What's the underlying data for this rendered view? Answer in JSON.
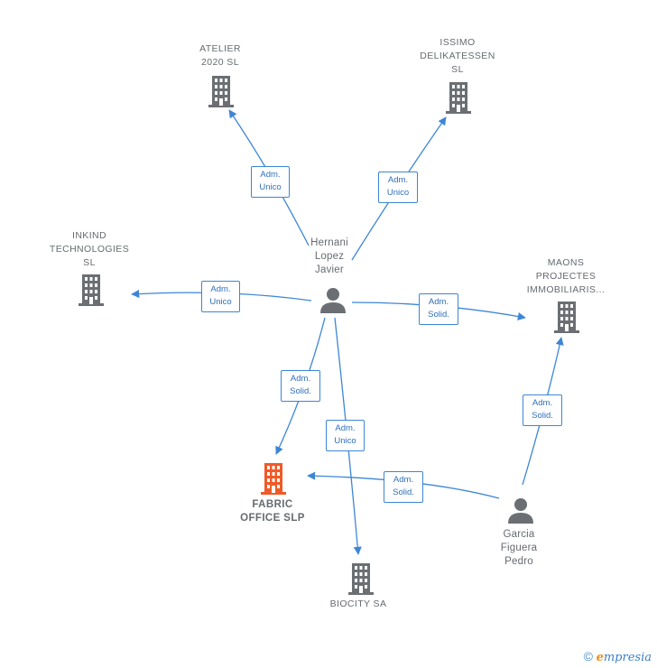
{
  "colors": {
    "edge": "#3d86d6",
    "building": "#6b6e72",
    "focus_building": "#f05a28",
    "person": "#6b6e72"
  },
  "companies": {
    "atelier": {
      "label": "ATELIER\n2020  SL"
    },
    "issimo": {
      "label": "ISSIMO\nDELIKATESSEN\nSL"
    },
    "inkind": {
      "label": "INKIND\nTECHNOLOGIES\nSL"
    },
    "maons": {
      "label": "MAONS\nPROJECTES\nIMMOBILIARIS..."
    },
    "fabric": {
      "label": "FABRIC\nOFFICE  SLP"
    },
    "biocity": {
      "label": "BIOCITY SA"
    }
  },
  "people": {
    "hernani": {
      "label": "Hernani\nLopez\nJavier"
    },
    "garcia": {
      "label": "Garcia\nFiguera\nPedro"
    }
  },
  "edges": [
    {
      "line1": "Adm.",
      "line2": "Unico"
    },
    {
      "line1": "Adm.",
      "line2": "Unico"
    },
    {
      "line1": "Adm.",
      "line2": "Unico"
    },
    {
      "line1": "Adm.",
      "line2": "Solid."
    },
    {
      "line1": "Adm.",
      "line2": "Solid."
    },
    {
      "line1": "Adm.",
      "line2": "Unico"
    },
    {
      "line1": "Adm.",
      "line2": "Solid."
    },
    {
      "line1": "Adm.",
      "line2": "Solid."
    }
  ],
  "footer": {
    "copyright": "©",
    "brand_e": "e",
    "brand_rest": "mpresia"
  }
}
